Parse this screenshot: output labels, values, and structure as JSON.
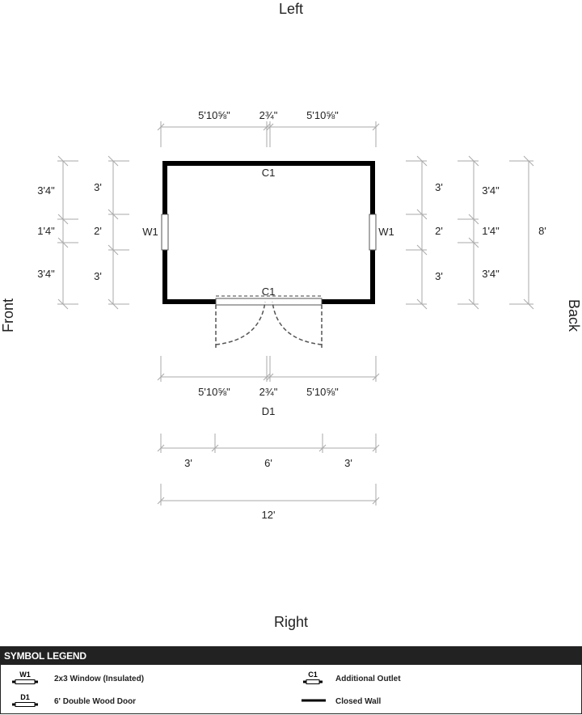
{
  "sides": {
    "top": "Left",
    "bottom": "Right",
    "left": "Front",
    "right": "Back"
  },
  "top_dims": [
    "5'10⅝\"",
    "2¾\"",
    "5'10⅝\""
  ],
  "bottom_dims": [
    "5'10⅝\"",
    "2¾\"",
    "5'10⅝\""
  ],
  "door_label": "D1",
  "door_dims": [
    "3'",
    "6'",
    "3'"
  ],
  "total_width": "12'",
  "outlet_label": "C1",
  "window_label": "W1",
  "left_outer_dims": [
    "3'4\"",
    "1'4\"",
    "3'4\""
  ],
  "left_inner_dims": [
    "3'",
    "2'",
    "3'"
  ],
  "right_inner_dims": [
    "3'",
    "2'",
    "3'"
  ],
  "right_outer_dims": [
    "3'4\"",
    "1'4\"",
    "3'4\""
  ],
  "total_depth": "8'",
  "legend": {
    "title": "SYMBOL LEGEND",
    "items": [
      {
        "code": "W1",
        "label": "2x3 Window (Insulated)"
      },
      {
        "code": "D1",
        "label": "6' Double Wood Door"
      },
      {
        "code": "C1",
        "label": "Additional Outlet"
      },
      {
        "code": "",
        "label": "Closed Wall"
      }
    ]
  }
}
